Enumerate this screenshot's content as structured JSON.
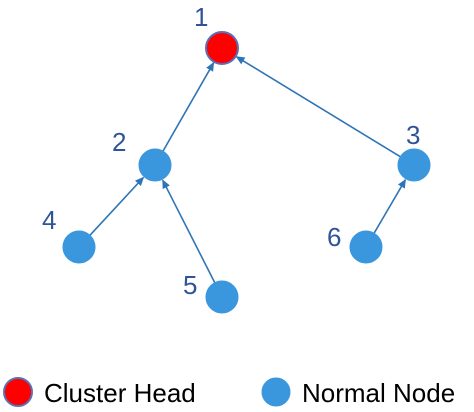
{
  "colors": {
    "cluster_head": "#ff0000",
    "normal_node": "#3a96dd",
    "node_stroke": "#2f6fb0",
    "edge": "#2e75b6",
    "label": "#2f5597"
  },
  "nodes": [
    {
      "id": "1",
      "label": "1",
      "role": "cluster-head"
    },
    {
      "id": "2",
      "label": "2",
      "role": "normal"
    },
    {
      "id": "3",
      "label": "3",
      "role": "normal"
    },
    {
      "id": "4",
      "label": "4",
      "role": "normal"
    },
    {
      "id": "5",
      "label": "5",
      "role": "normal"
    },
    {
      "id": "6",
      "label": "6",
      "role": "normal"
    }
  ],
  "edges": [
    {
      "from": "2",
      "to": "1"
    },
    {
      "from": "3",
      "to": "1"
    },
    {
      "from": "4",
      "to": "2"
    },
    {
      "from": "5",
      "to": "2"
    },
    {
      "from": "6",
      "to": "3"
    }
  ],
  "legend": {
    "cluster_head_label": "Cluster Head",
    "normal_node_label": "Normal Node"
  }
}
